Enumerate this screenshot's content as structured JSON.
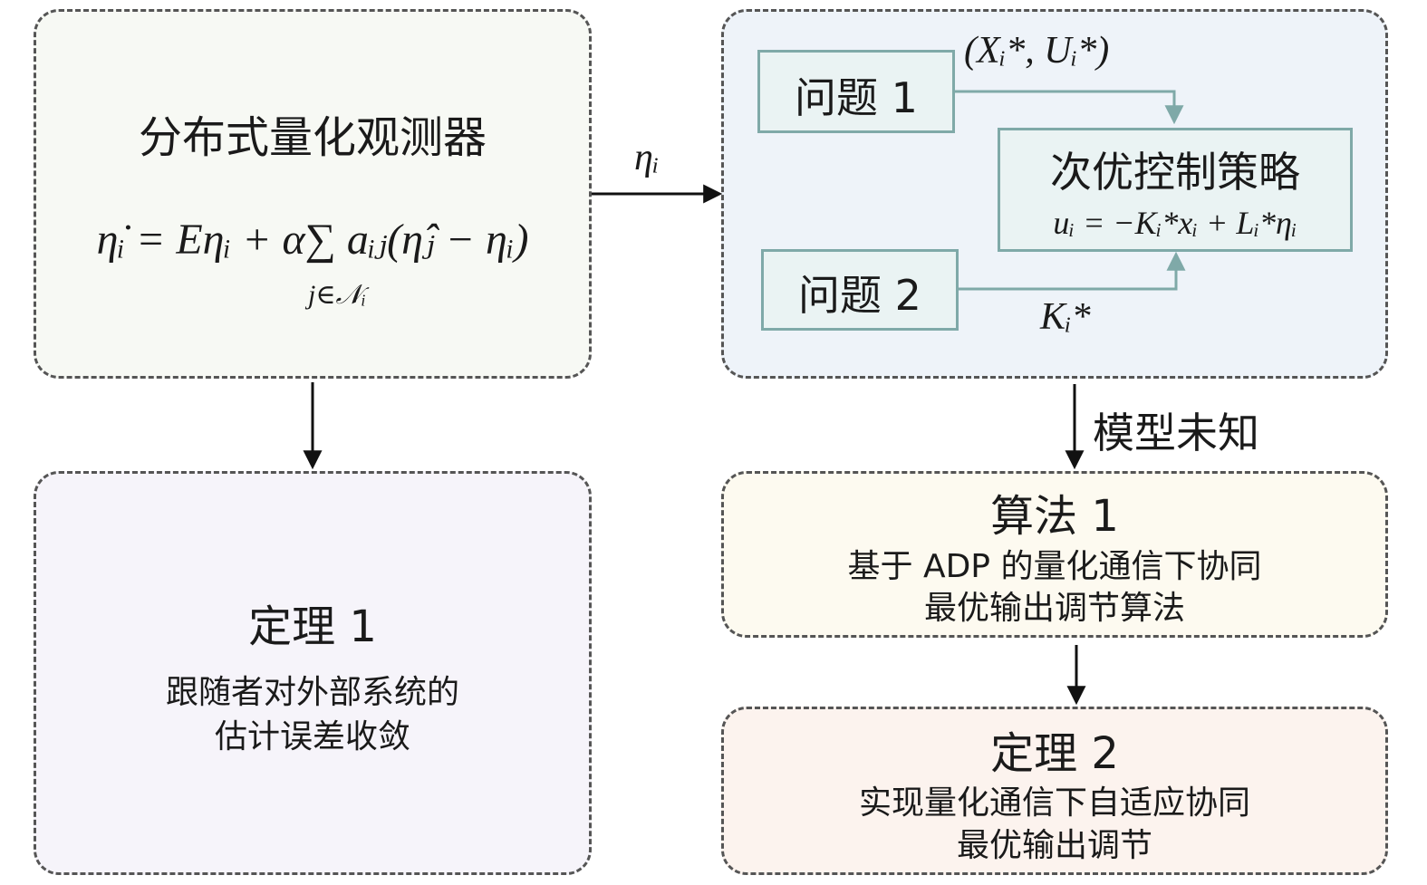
{
  "colors": {
    "observer_bg": "#f7f9f4",
    "policy_bg": "#eef3f9",
    "theorem1_bg": "#f6f4fa",
    "algorithm_bg": "#fdfaf0",
    "theorem2_bg": "#fcf3ee",
    "subbox_border": "#7fa9a8",
    "subbox_bg": "#eaf3f3"
  },
  "observer": {
    "title": "分布式量化观测器",
    "equation": "η̇ᵢ = Eηᵢ + α∑ aᵢⱼ(η̂ⱼ − ηᵢ)",
    "sum_index": "j∈𝒩ᵢ"
  },
  "arrow_label": "ηᵢ",
  "policy": {
    "problem1": "问题 1",
    "problem2": "问题 2",
    "problem1_output": "(Xᵢ*, Uᵢ*)",
    "problem2_output": "Kᵢ*",
    "control_title": "次优控制策略",
    "control_equation": "uᵢ = −Kᵢ*xᵢ + Lᵢ*ηᵢ"
  },
  "model_label": "模型未知",
  "theorem1": {
    "title": "定理 1",
    "line1": "跟随者对外部系统的",
    "line2": "估计误差收敛"
  },
  "algorithm": {
    "title": "算法 1",
    "line1": "基于 ADP 的量化通信下协同",
    "line2": "最优输出调节算法"
  },
  "theorem2": {
    "title": "定理 2",
    "line1": "实现量化通信下自适应协同",
    "line2": "最优输出调节"
  }
}
